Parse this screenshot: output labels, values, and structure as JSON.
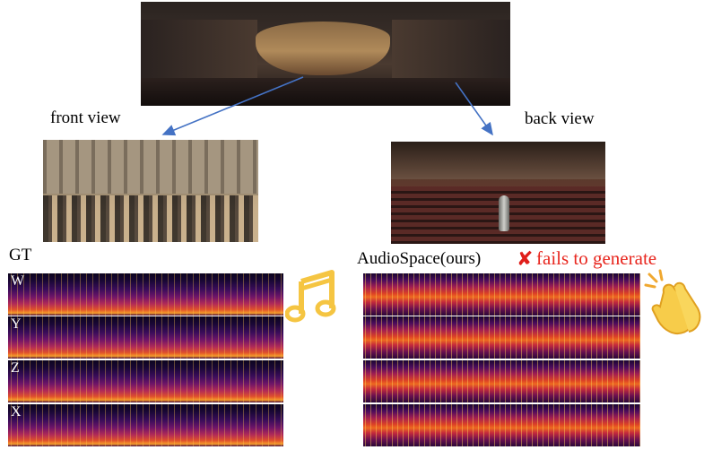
{
  "views": {
    "front_label": "front view",
    "back_label": "back view"
  },
  "gt": {
    "label": "GT",
    "channels": [
      "W",
      "Y",
      "Z",
      "X"
    ]
  },
  "ours": {
    "label": "AudioSpace(ours)",
    "fail_text": "fails to generate",
    "fail_icon": "cross-icon"
  },
  "icons": {
    "music": "music-note-icon",
    "clap": "clapping-hands-icon"
  },
  "colors": {
    "arrow": "#4472c4",
    "fail": "#e8261e",
    "icon_yellow": "#f5c542"
  }
}
